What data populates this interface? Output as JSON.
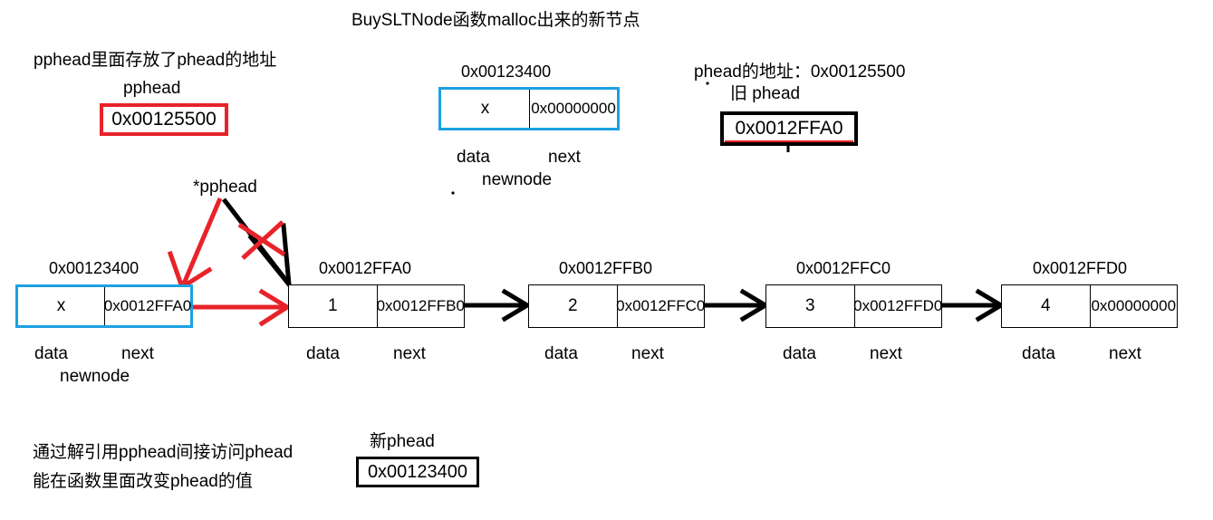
{
  "title": "BuySLTNode函数malloc出来的新节点",
  "annotations": {
    "pphead_note": "pphead里面存放了phead的地址",
    "pphead_label": "pphead",
    "pphead_value": "0x00125500",
    "phead_addr_note": "phead的地址：0x00125500",
    "old_phead_label": "旧 phead",
    "old_phead_value": "0x0012FFA0",
    "deref_label": "*pphead",
    "bottom_line1": "通过解引用pphead间接访问phead",
    "bottom_line2": "能在函数里面改变phead的值",
    "new_phead_label": "新phead",
    "new_phead_value": "0x00123400"
  },
  "field_labels": {
    "data": "data",
    "next": "next",
    "newnode": "newnode"
  },
  "nodes": {
    "newnode_top": {
      "address": "0x00123400",
      "data": "x",
      "next": "0x00000000",
      "name_label": "newnode"
    },
    "newnode_left": {
      "address": "0x00123400",
      "data": "x",
      "next": "0x0012FFA0",
      "name_label": "newnode"
    },
    "list": [
      {
        "address": "0x0012FFA0",
        "data": "1",
        "next": "0x0012FFB0"
      },
      {
        "address": "0x0012FFB0",
        "data": "2",
        "next": "0x0012FFC0"
      },
      {
        "address": "0x0012FFC0",
        "data": "3",
        "next": "0x0012FFD0"
      },
      {
        "address": "0x0012FFD0",
        "data": "4",
        "next": "0x00000000"
      }
    ]
  },
  "colors": {
    "red": "#e8232a",
    "blue": "#1ca1e2",
    "black": "#000000",
    "background": "#ffffff"
  }
}
